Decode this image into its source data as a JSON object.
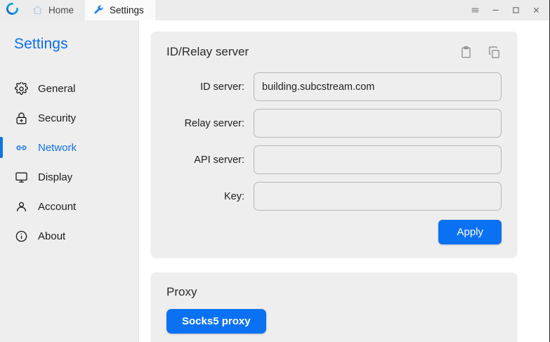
{
  "window": {
    "logo_icon": "rustdesk-logo-icon",
    "tabs": [
      {
        "label": "Home",
        "icon": "home-icon",
        "active": false
      },
      {
        "label": "Settings",
        "icon": "wrench-icon",
        "active": true
      }
    ],
    "controls": [
      {
        "name": "menu-button",
        "icon": "hamburger-menu-icon"
      },
      {
        "name": "minimize-button",
        "icon": "minimize-icon"
      },
      {
        "name": "maximize-button",
        "icon": "maximize-icon"
      },
      {
        "name": "close-button",
        "icon": "close-icon"
      }
    ]
  },
  "sidebar": {
    "title": "Settings",
    "items": [
      {
        "label": "General",
        "icon": "gear-icon",
        "active": false
      },
      {
        "label": "Security",
        "icon": "lock-icon",
        "active": false
      },
      {
        "label": "Network",
        "icon": "link-icon",
        "active": true
      },
      {
        "label": "Display",
        "icon": "monitor-icon",
        "active": false
      },
      {
        "label": "Account",
        "icon": "person-icon",
        "active": false
      },
      {
        "label": "About",
        "icon": "info-icon",
        "active": false
      }
    ]
  },
  "id_relay_card": {
    "title": "ID/Relay server",
    "paste_icon": "clipboard-icon",
    "copy_icon": "copy-icon",
    "fields": [
      {
        "label": "ID server:",
        "value": "building.subcstream.com",
        "placeholder": ""
      },
      {
        "label": "Relay server:",
        "value": "",
        "placeholder": ""
      },
      {
        "label": "API server:",
        "value": "",
        "placeholder": ""
      },
      {
        "label": "Key:",
        "value": "",
        "placeholder": ""
      }
    ],
    "apply_label": "Apply"
  },
  "proxy_card": {
    "title": "Proxy",
    "socks5_label": "Socks5 proxy"
  },
  "colors": {
    "accent": "#0b71f3",
    "sidebar_bg": "#eeeeef",
    "card_bg": "#eeeeef",
    "page_bg": "#ffffff",
    "tabbar_bg": "#ececed",
    "active_tab_bg": "#fafafa"
  }
}
